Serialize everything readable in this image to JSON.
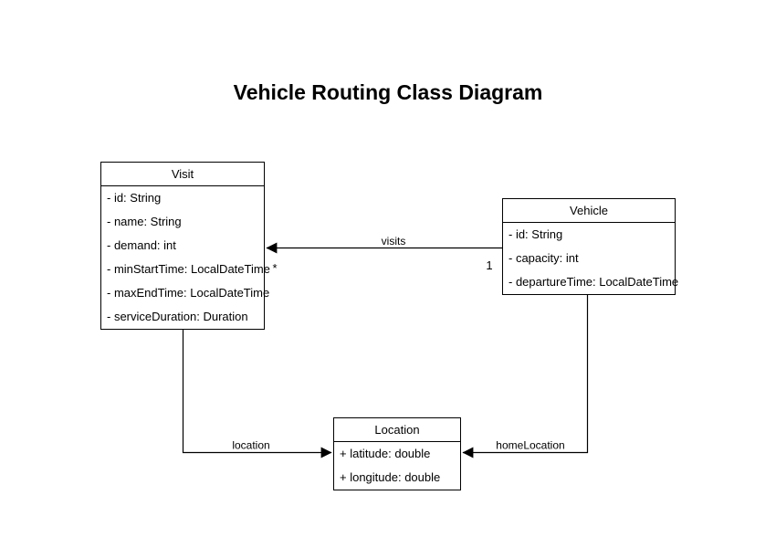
{
  "title": "Vehicle Routing Class Diagram",
  "colors": {
    "stroke": "#000000",
    "shape_fill": "#ffffff",
    "background": "#ffffff",
    "text": "#000000"
  },
  "classes": {
    "visit": {
      "name": "Visit",
      "attributes": [
        "- id: String",
        "- name: String",
        "- demand: int",
        "- minStartTime: LocalDateTime",
        "- maxEndTime: LocalDateTime",
        "- serviceDuration: Duration"
      ]
    },
    "vehicle": {
      "name": "Vehicle",
      "attributes": [
        "- id: String",
        "- capacity: int",
        "- departureTime: LocalDateTime"
      ]
    },
    "location": {
      "name": "Location",
      "attributes": [
        "+ latitude: double",
        "+ longitude: double"
      ]
    }
  },
  "edges": {
    "visits": {
      "label": "visits",
      "source": "Vehicle",
      "target": "Visit",
      "source_multiplicity": "1",
      "target_multiplicity": "*"
    },
    "location": {
      "label": "location",
      "source": "Visit",
      "target": "Location"
    },
    "home_location": {
      "label": "homeLocation",
      "source": "Vehicle",
      "target": "Location"
    }
  }
}
